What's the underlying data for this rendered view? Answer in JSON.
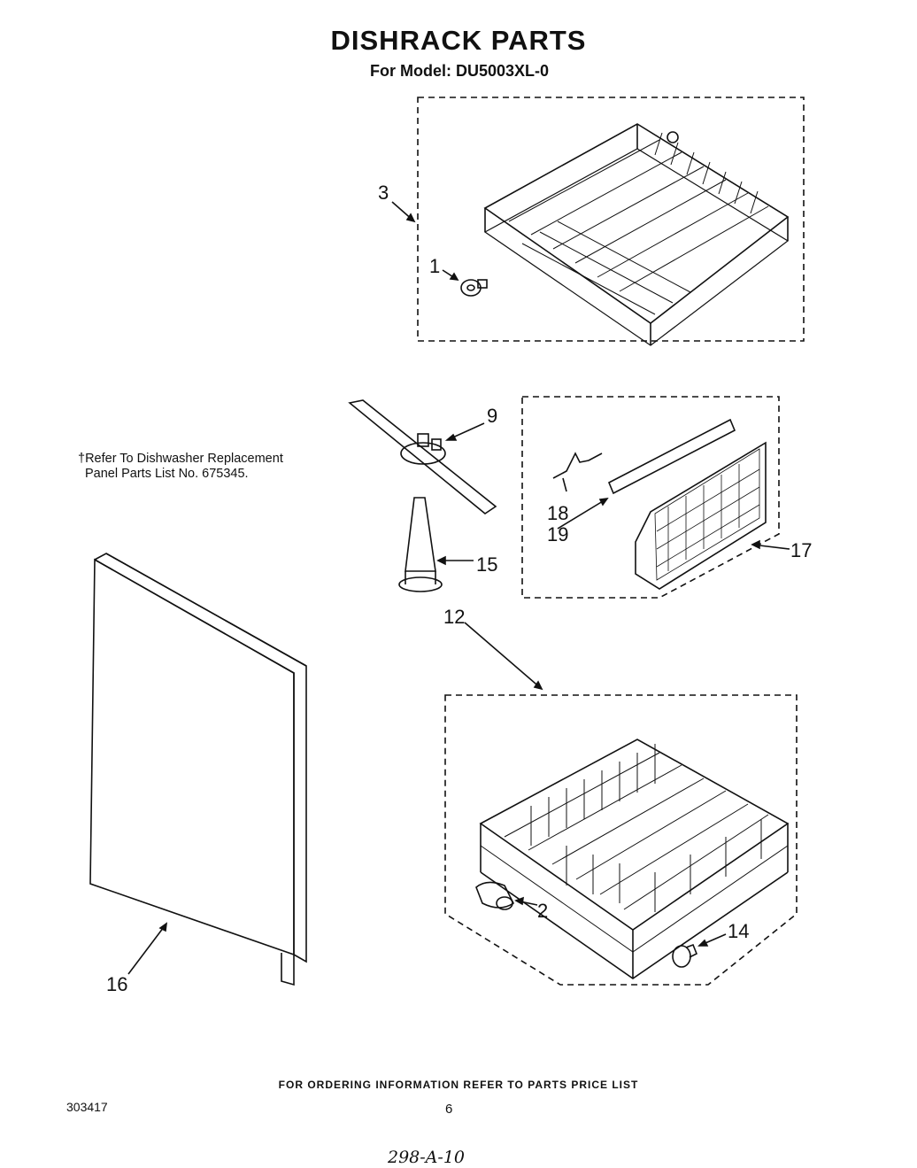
{
  "header": {
    "title": "DISHRACK PARTS",
    "model_line": "For Model: DU5003XL-0"
  },
  "note": {
    "line1": "†Refer To Dishwasher Replacement",
    "line2": "Panel Parts List No. 675345."
  },
  "callouts": {
    "c1": "1",
    "c2": "2",
    "c3": "3",
    "c9": "9",
    "c12": "12",
    "c14": "14",
    "c15": "15",
    "c16": "16",
    "c17": "17",
    "c18": "18",
    "c19": "19"
  },
  "footer": {
    "ordering": "FOR ORDERING INFORMATION REFER TO PARTS PRICE LIST",
    "doc_number": "303417",
    "page_number": "6",
    "handwritten": "298-A-10"
  }
}
